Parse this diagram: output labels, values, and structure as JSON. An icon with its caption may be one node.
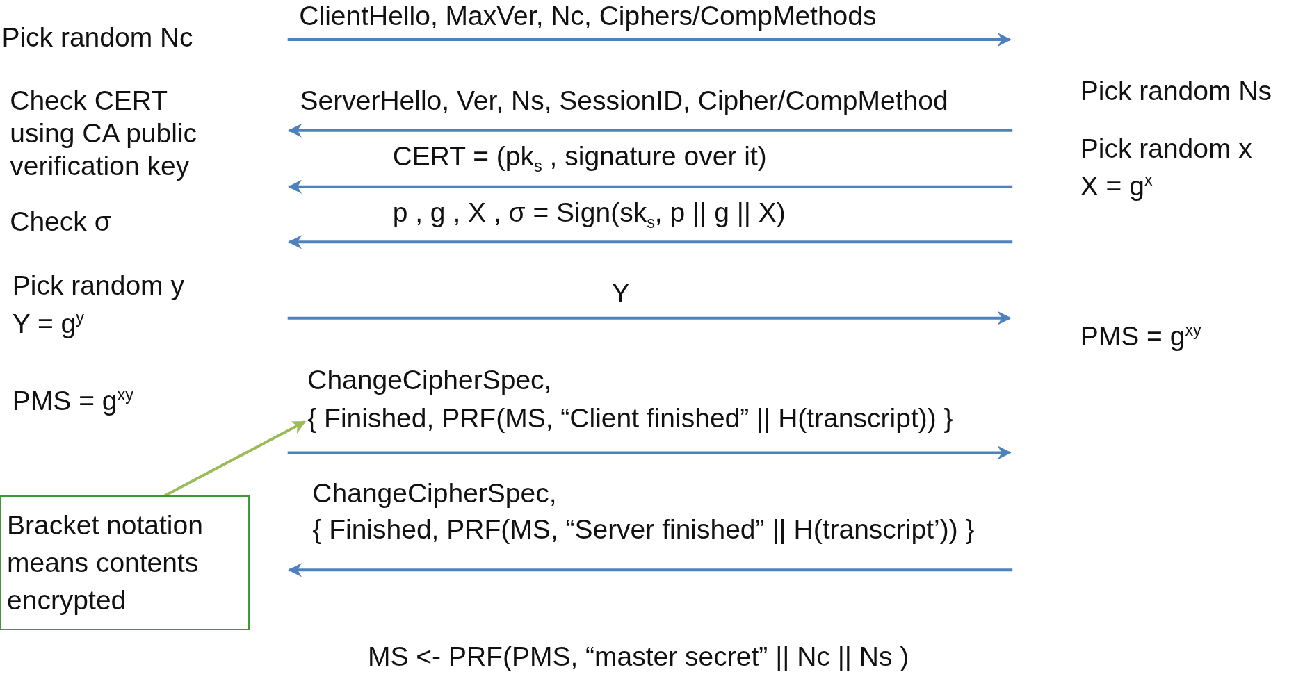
{
  "diagram": {
    "nodes": [
      {
        "text": [
          "Bracket notation means contents encrypted"
        ]
      },
      {
        "text": [
          "{ Finished, PRF(MS, “Client finished” || H(transcript)) }"
        ]
      }
    ],
    "edges": [
      {
        "from": 0,
        "to": 1,
        "arrow": "to",
        "color": "#9bbb59"
      }
    ],
    "labels": [
      "ClientHello, MaxVer, Nc, Ciphers/CompMethods",
      "Pick random Nc",
      "Check CERT using CA public verification key",
      "ServerHello, Ver, Ns, SessionID, Cipher/CompMethod",
      "Pick random Ns",
      "CERT = (pk$_{s}$ , signature over it)",
      "Pick random x",
      "X = g$^{x}$",
      "Check σ",
      "p , g , X ,   σ  = Sign(sk$_{s}$, p || g || X)",
      "Pick random y",
      "Y",
      "Y = g$^{y}$",
      "PMS = g$^{xy}$",
      "ChangeCipherSpec,",
      "PMS = g$^{xy}$",
      "ChangeCipherSpec,",
      "{ Finished, PRF(MS, “Server finished” || H(transcript’)) }",
      "MS <- PRF(PMS, “master secret” || Nc || Ns )"
    ]
  }
}
